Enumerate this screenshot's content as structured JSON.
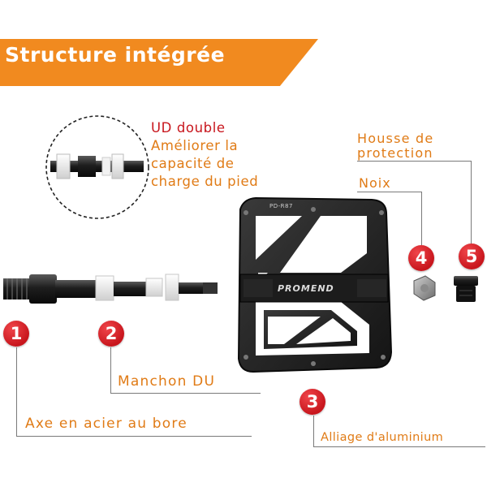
{
  "header": {
    "title": "Structure intégrée"
  },
  "callouts": {
    "ud": {
      "line1": "UD double",
      "line2": "Améliorer la",
      "line3": "capacité de",
      "line4": "charge du pied"
    },
    "housse": {
      "line1": "Housse de",
      "line2": "protection"
    },
    "noix": "Noix",
    "manchon": "Manchon DU",
    "axe": "Axe en acier au bore",
    "alliage": "Alliage d'aluminium"
  },
  "badges": [
    "1",
    "2",
    "3",
    "4",
    "5"
  ],
  "pedal": {
    "brand": "PROMEND",
    "model": "PD-R87"
  },
  "colors": {
    "accent": "#f18a1f",
    "badge": "#c8161d",
    "label_orange": "#e07b16",
    "label_red": "#c8161d"
  }
}
